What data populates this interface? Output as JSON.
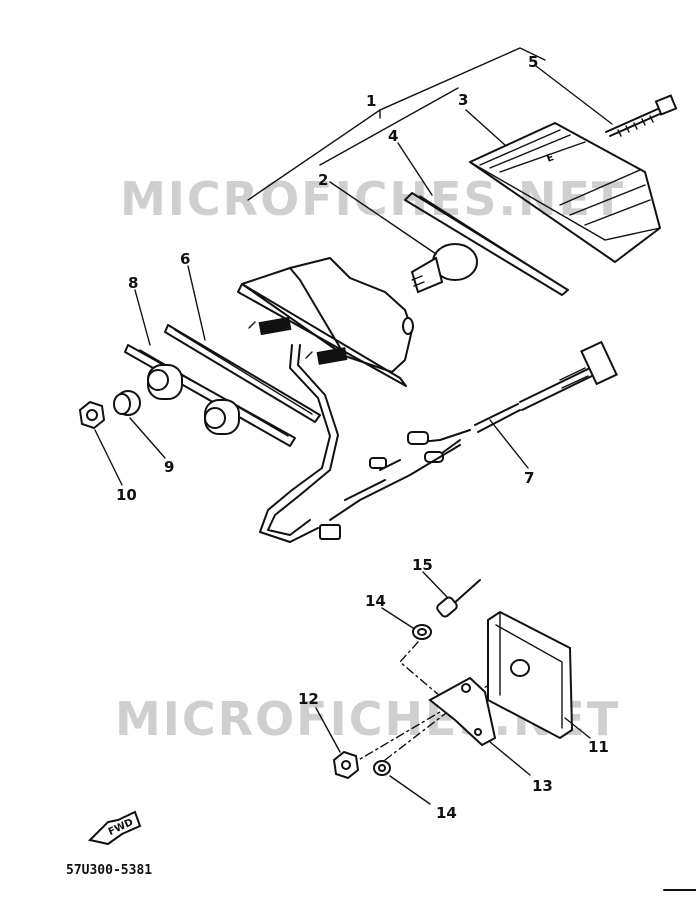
{
  "watermarks": [
    "MICROFICHES.NET",
    "MICROFICHES.NET"
  ],
  "callouts": [
    "1",
    "2",
    "3",
    "4",
    "5",
    "6",
    "7",
    "8",
    "9",
    "10",
    "11",
    "12",
    "13",
    "14",
    "14",
    "15"
  ],
  "fwd_label": "FWD",
  "diagram_code": "57U300-5381",
  "colors": {
    "ink": "#111111",
    "watermark": "#cfcfcf",
    "background": "#ffffff"
  }
}
